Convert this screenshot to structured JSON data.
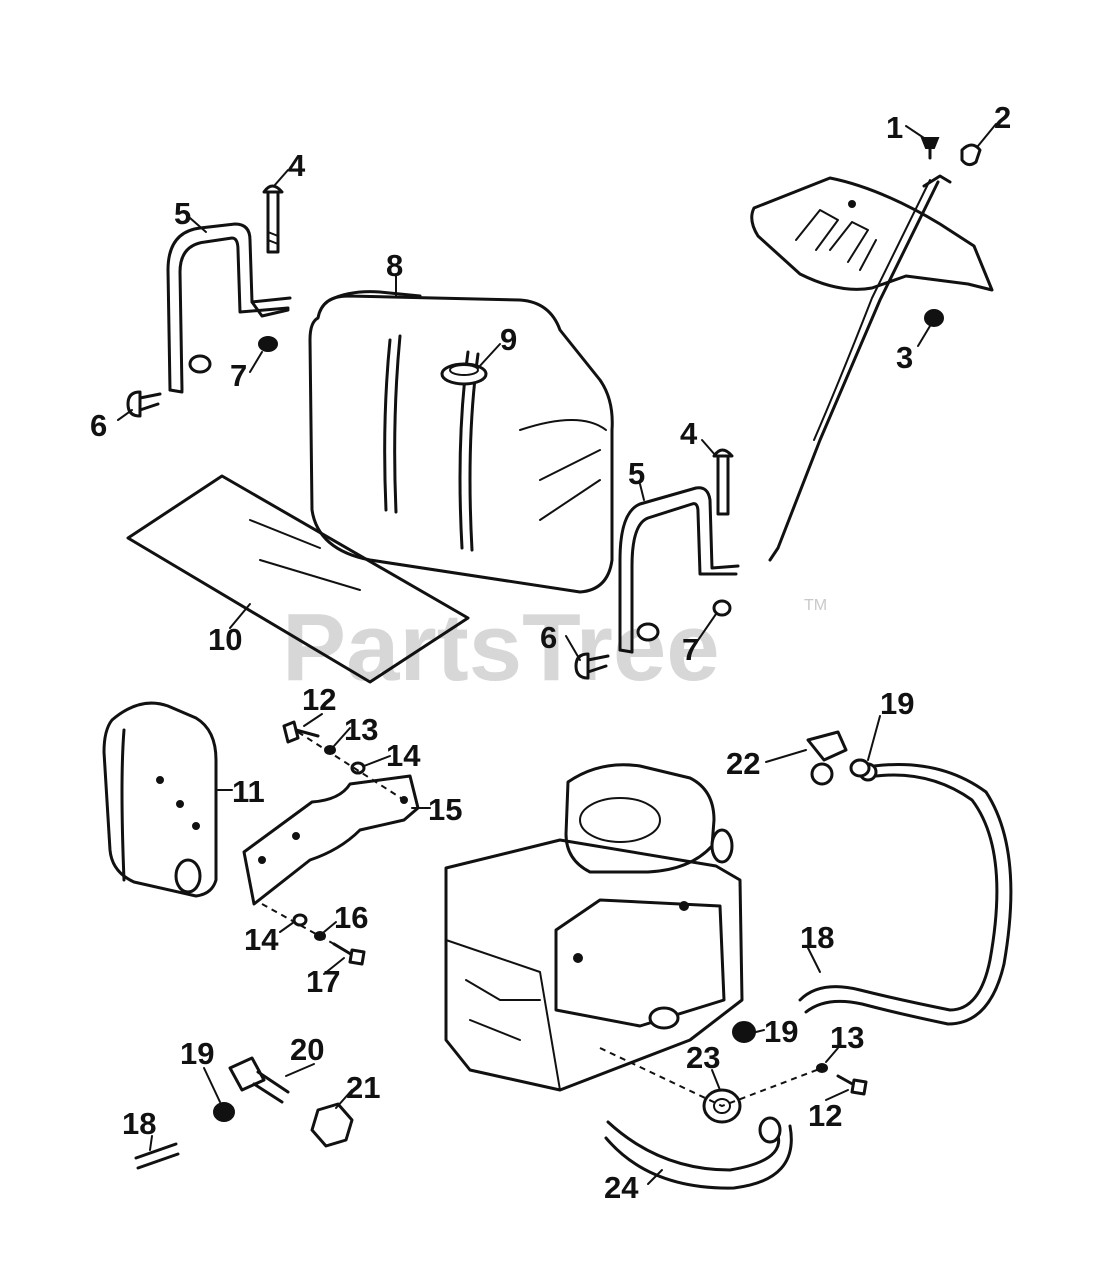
{
  "watermark": {
    "text": "PartsTree",
    "tm": "TM"
  },
  "callouts": [
    {
      "id": "c1",
      "text": "1"
    },
    {
      "id": "c2",
      "text": "2"
    },
    {
      "id": "c3",
      "text": "3"
    },
    {
      "id": "c4a",
      "text": "4"
    },
    {
      "id": "c4b",
      "text": "4"
    },
    {
      "id": "c5a",
      "text": "5"
    },
    {
      "id": "c5b",
      "text": "5"
    },
    {
      "id": "c6a",
      "text": "6"
    },
    {
      "id": "c6b",
      "text": "6"
    },
    {
      "id": "c7a",
      "text": "7"
    },
    {
      "id": "c7b",
      "text": "7"
    },
    {
      "id": "c8",
      "text": "8"
    },
    {
      "id": "c9",
      "text": "9"
    },
    {
      "id": "c10",
      "text": "10"
    },
    {
      "id": "c11",
      "text": "11"
    },
    {
      "id": "c12a",
      "text": "12"
    },
    {
      "id": "c12b",
      "text": "12"
    },
    {
      "id": "c13a",
      "text": "13"
    },
    {
      "id": "c13b",
      "text": "13"
    },
    {
      "id": "c14a",
      "text": "14"
    },
    {
      "id": "c14b",
      "text": "14"
    },
    {
      "id": "c15",
      "text": "15"
    },
    {
      "id": "c16",
      "text": "16"
    },
    {
      "id": "c17",
      "text": "17"
    },
    {
      "id": "c18a",
      "text": "18"
    },
    {
      "id": "c18b",
      "text": "18"
    },
    {
      "id": "c19a",
      "text": "19"
    },
    {
      "id": "c19b",
      "text": "19"
    },
    {
      "id": "c19c",
      "text": "19"
    },
    {
      "id": "c20",
      "text": "20"
    },
    {
      "id": "c21",
      "text": "21"
    },
    {
      "id": "c22",
      "text": "22"
    },
    {
      "id": "c23",
      "text": "23"
    },
    {
      "id": "c24",
      "text": "24"
    }
  ]
}
